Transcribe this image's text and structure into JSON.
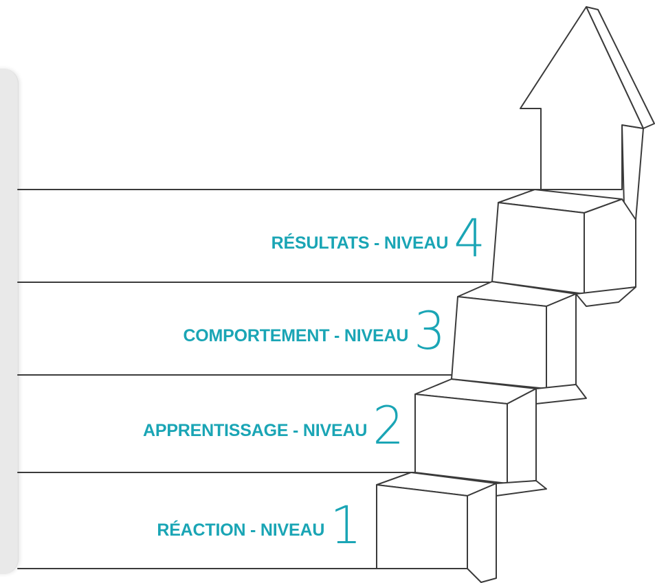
{
  "levels": [
    {
      "text": "RÉACTION - NIVEAU",
      "number": "1"
    },
    {
      "text": "APPRENTISSAGE - NIVEAU",
      "number": "2"
    },
    {
      "text": "COMPORTEMENT - NIVEAU",
      "number": "3"
    },
    {
      "text": "RÉSULTATS - NIVEAU",
      "number": "4"
    }
  ],
  "colors": {
    "accent": "#1aa5b5",
    "line": "#3a3a3a",
    "panel": "#e9e9e9"
  },
  "icons": [
    "upward-arrow-icon",
    "staircase-icon"
  ]
}
